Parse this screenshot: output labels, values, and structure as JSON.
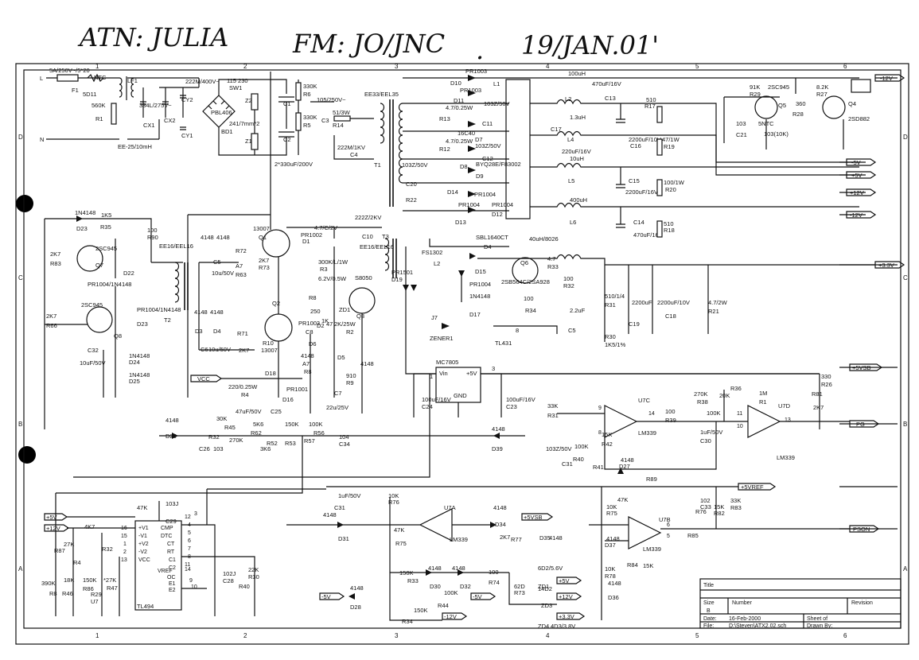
{
  "header": {
    "attn": "ATN: JULIA",
    "from": "FM: JO/JNC",
    "dot": ".",
    "date": "19/JAN.01'"
  },
  "border": {
    "columns": [
      "1",
      "2",
      "3",
      "4",
      "5",
      "6"
    ],
    "rows": [
      "D",
      "C",
      "B",
      "A"
    ]
  },
  "title_block": {
    "title_label": "Title",
    "size_label": "Size",
    "size_value": "B",
    "number_label": "Number",
    "revision_label": "Revision",
    "date_label": "Date:",
    "date_value": "16-Feb-2000",
    "file_label": "File:",
    "file_value": "D:\\Steven\\ATX2.02.sch",
    "sheet_label": "Sheet of",
    "drawn_label": "Drawn By:"
  },
  "outputs": [
    {
      "label": "-12V"
    },
    {
      "label": "-5V"
    },
    {
      "label": "+5V"
    },
    {
      "label": "+12V"
    },
    {
      "label": "-12V"
    },
    {
      "label": "+3.3V"
    },
    {
      "label": "+5VSB"
    },
    {
      "label": "PG"
    },
    {
      "label": "+5VREF"
    },
    {
      "label": "PSON"
    }
  ],
  "labels": {
    "fuse": [
      "5A/250V~/5*20",
      "F1",
      "NTC",
      "5D11"
    ],
    "input": [
      "L",
      "N"
    ],
    "input_filter": [
      "LF1",
      "560K",
      "R1",
      "334L/275V~",
      "CX1",
      "CX2",
      "CY2",
      "CY1",
      "EE-25/10mH"
    ],
    "bridge": [
      "222M/400V~",
      "115 230",
      "SW1",
      "PBL406",
      "BD1",
      "Z1",
      "Z2",
      "241/7mm*2",
      "2*330uF/200V",
      "C1",
      "C2"
    ],
    "snubber": [
      "330K",
      "R6",
      "330K",
      "R5",
      "105/250V~",
      "C3",
      "51/3W",
      "R14",
      "222M/1KV",
      "C4",
      "T1",
      "EE33/EEL35"
    ],
    "out_diodes": [
      "PR1003",
      "D10",
      "PR1003",
      "D11",
      "R13",
      "4.7/0.25W",
      "103Z/50V",
      "C11",
      "R12",
      "D7",
      "16C40",
      "4.7/0.25W",
      "103Z/50V",
      "C12",
      "D8",
      "BYQ28E/F83002",
      "D9",
      "103Z/50V",
      "C20",
      "R22",
      "PR1004",
      "D14",
      "PR1004",
      "D13",
      "PR1004",
      "D12",
      "L1"
    ],
    "out_filter": [
      "100uH",
      "L2",
      "470uF/16V",
      "C13",
      "510",
      "R17",
      "C17",
      "L4",
      "220uF/16V",
      "1.3uH",
      "2200uF/10V",
      "C16",
      "47/1W",
      "R19",
      "10uH",
      "L5",
      "C15",
      "2200uF/16V",
      "100/1W",
      "R20",
      "400uH",
      "L6",
      "C14",
      "470uF/16V",
      "510",
      "R18"
    ],
    "stby_out": [
      "91K",
      "R29",
      "2SC945",
      "8.2K",
      "R27",
      "Q4",
      "Q5",
      "2SD882",
      "103",
      "C21",
      "5NTC",
      "360",
      "R28",
      "103(10K)"
    ],
    "drive": [
      "1N4148",
      "D23",
      "1K5",
      "R35",
      "100",
      "R90",
      "2K7",
      "R83",
      "2SC945",
      "Q7",
      "D22",
      "PR1004/1N4148",
      "2K7",
      "R66",
      "2SC945",
      "Q8",
      "C32",
      "10uF/50V",
      "1N4148",
      "D24",
      "1N4148",
      "D25",
      "PR1004/1N4148",
      "D23",
      "EE16/EEL16",
      "T2"
    ],
    "halfbridge": [
      "4148",
      "4148",
      "13007",
      "Q1",
      "R72",
      "C5",
      "10u/50V",
      "A7",
      "R63",
      "2K7",
      "R73",
      "D1",
      "PR1002",
      "4148",
      "4148",
      "D3",
      "D4",
      "C6",
      "10u/50V",
      "R71",
      "2K7",
      "R10",
      "13007",
      "Q2",
      "PR1003",
      "C8",
      "D2",
      "4.7/C/2V",
      "C10",
      "222Z/2KV",
      "T3",
      "EE16/EEL16",
      "300K/L/1W",
      "R3"
    ],
    "aux": [
      "6.2V/0.5W",
      "ZD1",
      "R8",
      "250",
      "1K",
      "47",
      "2K/25W",
      "R2",
      "S8050",
      "Q3",
      "D5",
      "D6",
      "4148",
      "4148",
      "A7",
      "R8",
      "R9",
      "910",
      "C7",
      "22u/25V",
      "PR1501",
      "D19",
      "D18",
      "PR1001",
      "D16",
      "C25",
      "47uF/50V",
      "220/0.25W",
      "R4",
      "VCC"
    ],
    "stby_sec": [
      "FS1302",
      "L2",
      "SBL1640CT",
      "D4",
      "D15",
      "PR1004",
      "1N4148",
      "D17",
      "J7",
      "ZENER1",
      "40uH/8026",
      "Q6",
      "2SB564C/2SA928",
      "100",
      "R34",
      "100",
      "R32",
      "2.2uF",
      "C5",
      "510/1/4",
      "R31",
      "2200uF",
      "C19",
      "2200uF/10V",
      "C18",
      "4.7/2W",
      "R21",
      "R30",
      "1K5/1%",
      "8",
      "TL431",
      "4.7",
      "R33"
    ],
    "regulator": [
      "MC7805",
      "Vin",
      "+5V",
      "GND",
      "100uF/16V",
      "C24",
      "100uF/16V",
      "C23",
      "3",
      "1"
    ],
    "pg_circuit": [
      "33K",
      "R31",
      "9",
      "8",
      "U7C",
      "14",
      "100",
      "R39",
      "270K",
      "R38",
      "20K",
      "R36",
      "1M",
      "R1",
      "11",
      "10",
      "U7D",
      "13",
      "LM339",
      "R81",
      "2K7",
      "330",
      "R26",
      "15K",
      "R42",
      "LM339",
      "C30",
      "1uF/50V",
      "100K",
      "103Z/50V",
      "C31",
      "100K",
      "R40",
      "R41",
      "4148",
      "D27",
      "D20",
      "4148",
      "30K",
      "R45",
      "R32",
      "270K",
      "103",
      "C26",
      "R62",
      "5K6",
      "R52",
      "150K",
      "3K6",
      "R53",
      "100K",
      "R57",
      "R56",
      "104",
      "C34",
      "4148",
      "D39"
    ],
    "pson": [
      "R89",
      "47K",
      "R75",
      "10K",
      "R76",
      "R82",
      "15K",
      "33K",
      "R83",
      "102",
      "C33",
      "U7B",
      "6",
      "5",
      "R85",
      "R84",
      "15K",
      "D37",
      "4148",
      "10K",
      "R78",
      "D36",
      "4148",
      "LM339"
    ],
    "uc_u7a": [
      "1uF/50V",
      "C31",
      "10K",
      "R76",
      "47K",
      "R75",
      "4148",
      "D31",
      "U7A",
      "4148",
      "D34",
      "+5VSB",
      "2K7",
      "R77",
      "D35",
      "4148",
      "LM339",
      "150K",
      "R33",
      "4148",
      "D30",
      "4148",
      "D32",
      "100",
      "R74",
      "100K",
      "R44",
      "150K",
      "R34",
      "4148",
      "D28",
      "62D",
      "R73",
      "6D2/5.6V",
      "ZD1",
      "14D2",
      "ZD3",
      "4D3/3.8V",
      "ZD4"
    ],
    "tl494": [
      "+5V",
      "+12V",
      "47K",
      "103J",
      "C29",
      "R87",
      "27K",
      "R4",
      "4K7",
      "R32",
      "16",
      "15",
      "1",
      "2",
      "13",
      "12",
      "14",
      "4",
      "5",
      "6",
      "7",
      "8",
      "9",
      "10",
      "11",
      "3",
      "+V1",
      "-V1",
      "+V2",
      "-V2",
      "VCC",
      "VREF",
      "CMP",
      "DTC",
      "CT",
      "RT",
      "E1",
      "E2",
      "C1",
      "C2",
      "OC",
      "TL494",
      "390K",
      "R8",
      "18K",
      "R46",
      "150K",
      "R86",
      "*27K",
      "R47",
      "R29",
      "U7",
      "102J",
      "C28",
      "22K",
      "R30",
      "R40"
    ]
  }
}
